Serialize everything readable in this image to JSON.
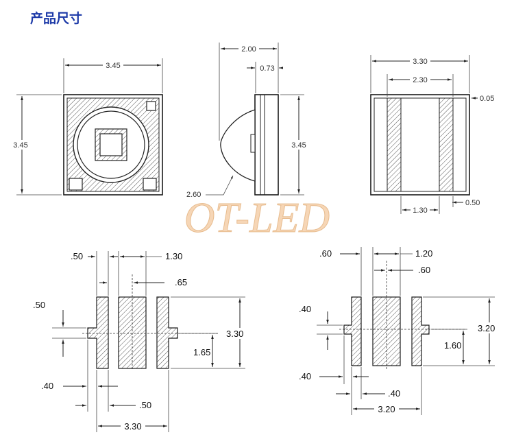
{
  "title": "产品尺寸",
  "watermark": "OT-LED",
  "top_view": {
    "width": "3.45",
    "height": "3.45"
  },
  "side_view": {
    "depth": "2.00",
    "base": "0.73",
    "height": "3.45",
    "lens": "2.60"
  },
  "end_view": {
    "width": "3.30",
    "inner": "2.30",
    "edge": "0.05",
    "pad": "1.30",
    "gap": "0.50"
  },
  "footprint_a": {
    "pad_gap": ".50",
    "center_pad": "1.30",
    "half": ".65",
    "tab": ".50",
    "height": "3.30",
    "center": "1.65",
    "side_gap": ".40",
    "bottom_gap": ".50",
    "width": "3.30"
  },
  "footprint_b": {
    "pad_gap": ".60",
    "center_pad": "1.20",
    "half": ".60",
    "tab": ".40",
    "height": "3.20",
    "center": "1.60",
    "side_gap": ".40",
    "bottom_gap": ".40",
    "width": "3.20"
  },
  "colors": {
    "title": "#1d3aa8",
    "watermark": "#f2c69a",
    "line": "#222222"
  }
}
